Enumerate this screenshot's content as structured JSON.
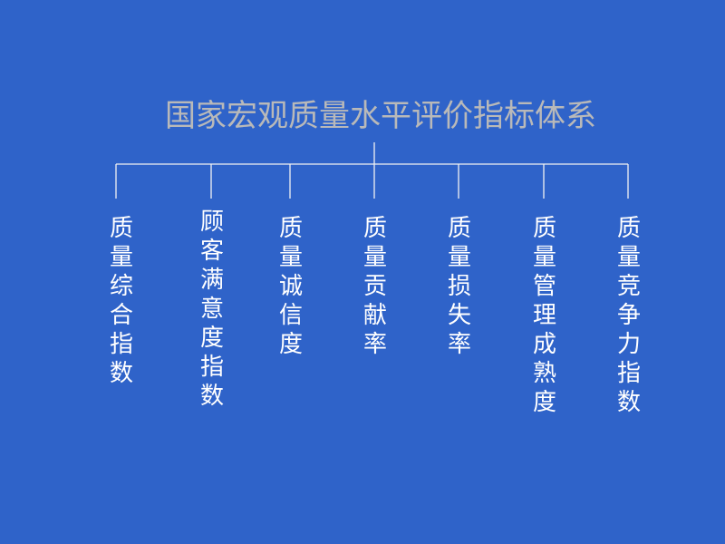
{
  "title": "国家宏观质量水平评价指标体系",
  "colors": {
    "background": "#2f63c9",
    "title": "#b9b9b9",
    "text": "#ffffff",
    "line": "#f2f2f2"
  },
  "branches": [
    {
      "label": "质量综合指数"
    },
    {
      "label": "顾客满意度指数"
    },
    {
      "label": "质量诚信度"
    },
    {
      "label": "质量贡献率"
    },
    {
      "label": "质量损失率"
    },
    {
      "label": "质量管理成熟度"
    },
    {
      "label": "质量竞争力指数"
    }
  ]
}
